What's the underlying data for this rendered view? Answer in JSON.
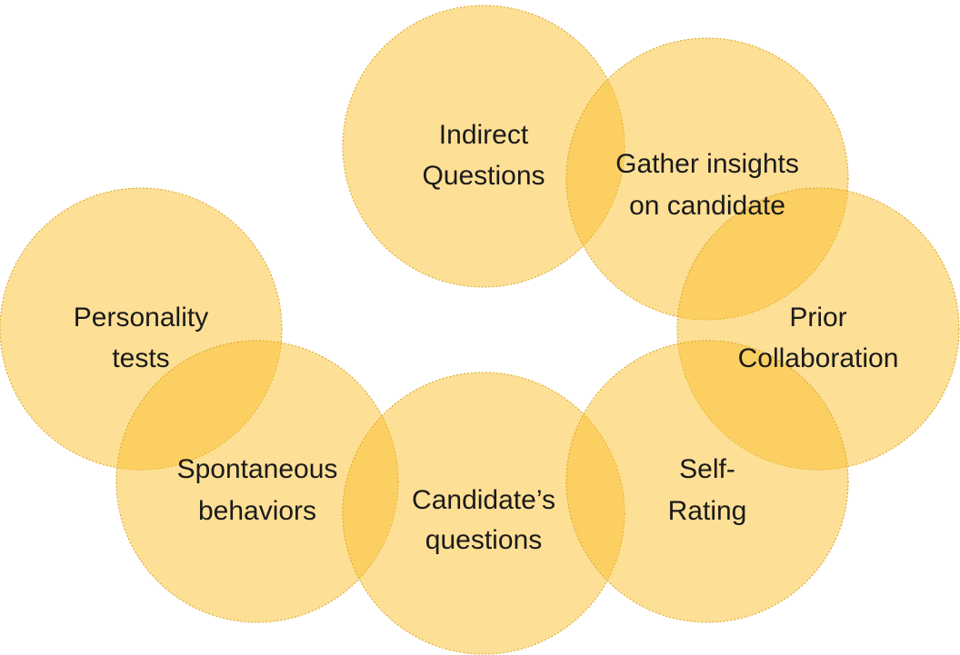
{
  "diagram": {
    "fill_color": "#fbc02d",
    "stroke_color": "#d9a520",
    "nodes": [
      {
        "id": "indirect",
        "lines": [
          "Indirect",
          "Questions"
        ]
      },
      {
        "id": "gather",
        "lines": [
          "Gather insights",
          "on candidate"
        ]
      },
      {
        "id": "prior",
        "lines": [
          "Prior",
          "Collaboration"
        ]
      },
      {
        "id": "personality",
        "lines": [
          "Personality",
          "tests"
        ]
      },
      {
        "id": "spontaneous",
        "lines": [
          "Spontaneous",
          "behaviors"
        ]
      },
      {
        "id": "candidate",
        "lines": [
          "Candidate’s",
          "questions"
        ]
      },
      {
        "id": "self",
        "lines": [
          "Self-",
          "Rating"
        ]
      }
    ]
  }
}
